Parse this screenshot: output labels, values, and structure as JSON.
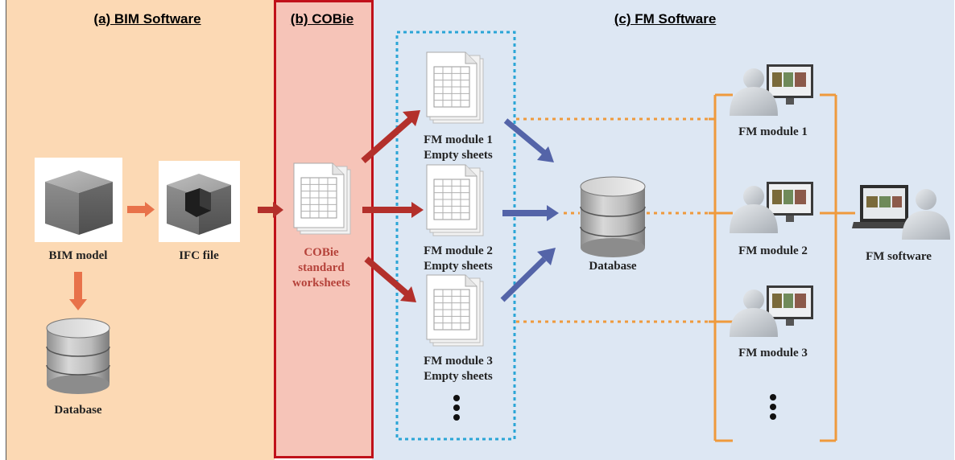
{
  "panels": {
    "bim": {
      "title": "(a) BIM Software",
      "color": "#fcd9b4"
    },
    "cobie": {
      "title": "(b) COBie",
      "color": "#f6c4b8",
      "border": "#c0111a"
    },
    "fm": {
      "title": "(c) FM Software",
      "color": "#dde7f3"
    }
  },
  "bim": {
    "model_label": "BIM model",
    "ifc_label": "IFC file",
    "db_label": "Database"
  },
  "cobie": {
    "line1": "COBie",
    "line2": "standard",
    "line3": "worksheets"
  },
  "modules": [
    {
      "line1": "FM module 1",
      "line2": "Empty sheets"
    },
    {
      "line1": "FM module 2",
      "line2": "Empty sheets"
    },
    {
      "line1": "FM module 3",
      "line2": "Empty sheets"
    }
  ],
  "central_db_label": "Database",
  "fm_users": [
    "FM module 1",
    "FM module 2",
    "FM module 3"
  ],
  "fm_software_label": "FM software",
  "colors": {
    "orange_arrow": "#e8724a",
    "red_arrow": "#b3302b",
    "blue_arrow": "#5464a8",
    "dotted_orange": "#ef9a3c",
    "bracket": "#ef9a3c",
    "dashed_box": "#2aa5d6"
  }
}
